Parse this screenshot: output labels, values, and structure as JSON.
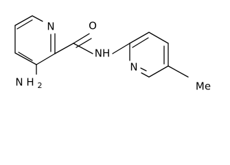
{
  "structure": {
    "atoms": {
      "pyridine_n_left": "N",
      "carbonyl_o": "O",
      "amide_nh": "NH",
      "pyridine_n_right": "N",
      "amino_n": "N",
      "amino_h": "H",
      "amino_h_count": "2",
      "methyl": "Me"
    },
    "colors": {
      "bond": "#000000",
      "text": "#000000",
      "background": "#ffffff"
    }
  }
}
